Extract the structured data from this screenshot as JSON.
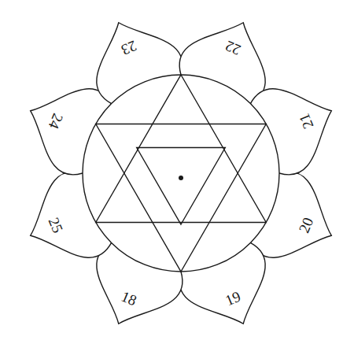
{
  "diagram": {
    "labels": [
      "23",
      "22",
      "21",
      "24",
      "20",
      "25",
      "18",
      "19"
    ]
  }
}
